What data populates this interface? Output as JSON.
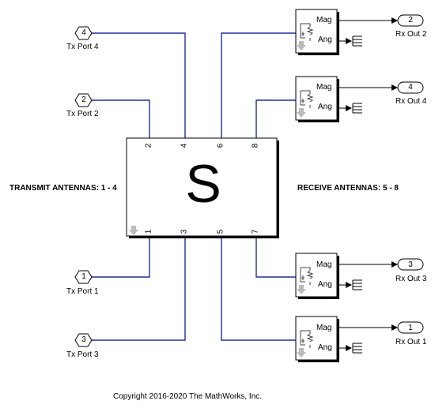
{
  "left_annotation": "TRANSMIT ANTENNAS: 1 - 4",
  "right_annotation": "RECEIVE ANTENNAS: 5 - 8",
  "copyright": "Copyright 2016-2020 The MathWorks, Inc.",
  "sparam_block": {
    "symbol": "S",
    "top_ports": [
      "2",
      "4",
      "6",
      "8"
    ],
    "bottom_ports": [
      "1",
      "3",
      "5",
      "7"
    ]
  },
  "inports": [
    {
      "number": "4",
      "label": "Tx Port 4"
    },
    {
      "number": "2",
      "label": "Tx Port 2"
    },
    {
      "number": "1",
      "label": "Tx Port 1"
    },
    {
      "number": "3",
      "label": "Tx Port 3"
    }
  ],
  "outports": [
    {
      "number": "2",
      "label": "Rx Out 2"
    },
    {
      "number": "4",
      "label": "Rx Out 4"
    },
    {
      "number": "3",
      "label": "Rx Out 3"
    },
    {
      "number": "1",
      "label": "Rx Out 1"
    }
  ],
  "sensor": {
    "mag_label": "Mag",
    "ang_label": "Ang"
  },
  "colors": {
    "wire": "#1f2f9a",
    "line": "#000000",
    "icon_gray": "#aaaaaa"
  }
}
